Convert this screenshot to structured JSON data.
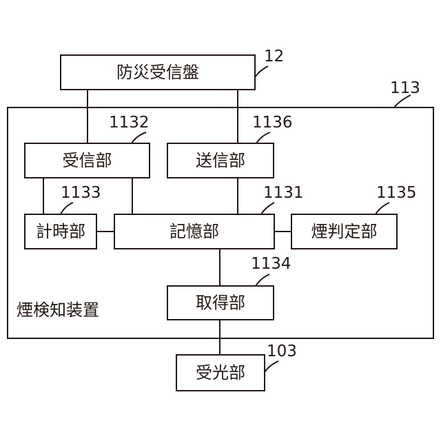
{
  "diagram": {
    "device": {
      "label": "煙検知装置",
      "ref": "113"
    },
    "blocks": {
      "panel": {
        "label": "防災受信盤",
        "ref": "12"
      },
      "receiver": {
        "label": "受信部",
        "ref": "1132"
      },
      "sender": {
        "label": "送信部",
        "ref": "1136"
      },
      "timer": {
        "label": "計時部",
        "ref": "1133"
      },
      "memory": {
        "label": "記憶部",
        "ref": "1131"
      },
      "judge": {
        "label": "煙判定部",
        "ref": "1135"
      },
      "acquirer": {
        "label": "取得部",
        "ref": "1134"
      },
      "receptor": {
        "label": "受光部",
        "ref": "103"
      }
    },
    "connections": [
      [
        "panel",
        "receiver"
      ],
      [
        "panel",
        "sender"
      ],
      [
        "receiver",
        "timer"
      ],
      [
        "receiver",
        "memory"
      ],
      [
        "sender",
        "memory"
      ],
      [
        "timer",
        "memory"
      ],
      [
        "memory",
        "judge"
      ],
      [
        "memory",
        "acquirer"
      ],
      [
        "acquirer",
        "receptor"
      ]
    ],
    "colors": {
      "line": "#231815",
      "background": "#ffffff"
    }
  }
}
